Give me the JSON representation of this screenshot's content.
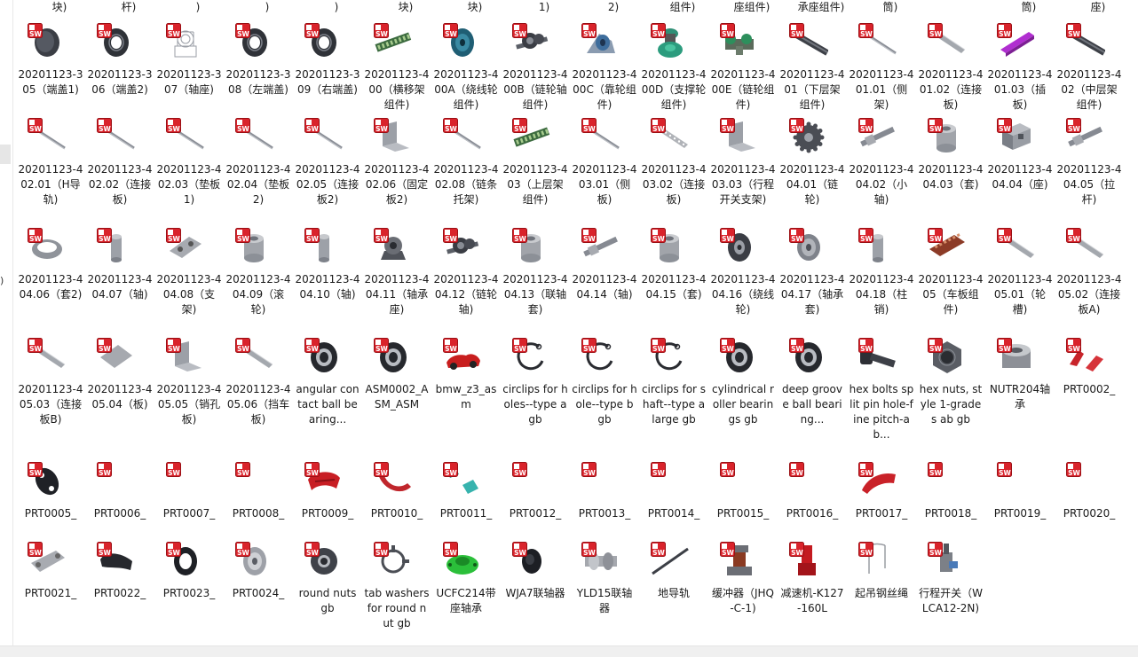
{
  "top_row_labels": [
    "块)",
    "杆)",
    ")",
    ")",
    ")",
    "块)",
    "块)",
    "1)",
    "2)",
    "组件)",
    "座组件)",
    "承座组件)",
    "筒)",
    "",
    "筒)",
    "座)"
  ],
  "left_fragment": ")",
  "files": [
    {
      "label": "20201123-305（端盖1)",
      "icon": "disc-dark-icon"
    },
    {
      "label": "20201123-306（端盖2)",
      "icon": "ring-dark-icon"
    },
    {
      "label": "20201123-307（轴座)",
      "icon": "wireframe-bracket-icon"
    },
    {
      "label": "20201123-308（左端盖)",
      "icon": "ring-dark-icon"
    },
    {
      "label": "20201123-309（右端盖)",
      "icon": "ring-dark-icon"
    },
    {
      "label": "20201123-400（横移架组件)",
      "icon": "green-rail-icon"
    },
    {
      "label": "20201123-400A（绕线轮组件)",
      "icon": "teal-wheel-icon"
    },
    {
      "label": "20201123-400B（链轮轴组件)",
      "icon": "sprocket-shaft-icon"
    },
    {
      "label": "20201123-400C（靠轮组件)",
      "icon": "blue-wheel-icon"
    },
    {
      "label": "20201123-400D（支撑轮组件)",
      "icon": "green-roller-icon"
    },
    {
      "label": "20201123-400E（链轮组件)",
      "icon": "green-chain-icon"
    },
    {
      "label": "20201123-401（下层架组件)",
      "icon": "dark-rail-icon"
    },
    {
      "label": "20201123-401.01（侧架)",
      "icon": "gray-rod-icon"
    },
    {
      "label": "20201123-401.02（连接板)",
      "icon": "gray-bar-icon"
    },
    {
      "label": "20201123-401.03（插板)",
      "icon": "purple-plate-icon"
    },
    {
      "label": "20201123-402（中层架组件)",
      "icon": "dark-rail-icon"
    },
    {
      "label": "20201123-402.01（H导轨)",
      "icon": "gray-rod-icon"
    },
    {
      "label": "20201123-402.02（连接板)",
      "icon": "gray-rod-icon"
    },
    {
      "label": "20201123-402.03（垫板1)",
      "icon": "gray-rod-icon"
    },
    {
      "label": "20201123-402.04（垫板2)",
      "icon": "gray-rod-icon"
    },
    {
      "label": "20201123-402.05（连接板2)",
      "icon": "gray-rod-icon"
    },
    {
      "label": "20201123-402.06（固定板2)",
      "icon": "gray-bracket-icon"
    },
    {
      "label": "20201123-402.08（链条托架)",
      "icon": "gray-rod-icon"
    },
    {
      "label": "20201123-403（上层架组件)",
      "icon": "green-rail-icon"
    },
    {
      "label": "20201123-403.01（侧板)",
      "icon": "gray-rod-icon"
    },
    {
      "label": "20201123-403.02（连接板)",
      "icon": "perforated-bar-icon"
    },
    {
      "label": "20201123-403.03（行程开关支架)",
      "icon": "gray-bracket-icon"
    },
    {
      "label": "20201123-404.01（链轮)",
      "icon": "sprocket-icon"
    },
    {
      "label": "20201123-404.02（小轴)",
      "icon": "gray-shaft-icon"
    },
    {
      "label": "20201123-404.03（套)",
      "icon": "gray-cylinder-icon"
    },
    {
      "label": "20201123-404.04（座)",
      "icon": "gray-block-icon"
    },
    {
      "label": "20201123-404.05（拉杆)",
      "icon": "gray-shaft-icon"
    },
    {
      "label": "20201123-404.06（套2)",
      "icon": "gray-ring-icon"
    },
    {
      "label": "20201123-404.07（轴)",
      "icon": "gray-pin-icon"
    },
    {
      "label": "20201123-404.08（支架)",
      "icon": "gray-plate-icon"
    },
    {
      "label": "20201123-404.09（滚轮)",
      "icon": "gray-cylinder-icon"
    },
    {
      "label": "20201123-404.10（轴)",
      "icon": "gray-pin-icon"
    },
    {
      "label": "20201123-404.11（轴承座)",
      "icon": "bearing-seat-icon"
    },
    {
      "label": "20201123-404.12（链轮轴)",
      "icon": "sprocket-shaft-icon"
    },
    {
      "label": "20201123-404.13（联轴套)",
      "icon": "gray-cylinder-icon"
    },
    {
      "label": "20201123-404.14（轴)",
      "icon": "gray-shaft-icon"
    },
    {
      "label": "20201123-404.15（套)",
      "icon": "gray-cylinder-icon"
    },
    {
      "label": "20201123-404.16（绕线轮)",
      "icon": "dark-pulley-icon"
    },
    {
      "label": "20201123-404.17（轴承套)",
      "icon": "gray-pulley-icon"
    },
    {
      "label": "20201123-404.18（柱销)",
      "icon": "gray-pin-icon"
    },
    {
      "label": "20201123-405（车板组件)",
      "icon": "brown-board-icon"
    },
    {
      "label": "20201123-405.01（轮槽)",
      "icon": "gray-bar-icon"
    },
    {
      "label": "20201123-405.02（连接板A)",
      "icon": "gray-bar-icon"
    },
    {
      "label": "20201123-405.03（连接板B)",
      "icon": "gray-bar-icon"
    },
    {
      "label": "20201123-405.04（板)",
      "icon": "gray-sheet-icon"
    },
    {
      "label": "20201123-405.05（销孔板)",
      "icon": "gray-bracket-icon"
    },
    {
      "label": "20201123-405.06（挡车板)",
      "icon": "gray-bar-icon"
    },
    {
      "label": "angular contact ball bearing...",
      "icon": "bearing-icon"
    },
    {
      "label": "ASM0002_ASM_ASM",
      "icon": "bearing-icon"
    },
    {
      "label": "bmw_z3_asm",
      "icon": "red-car-icon"
    },
    {
      "label": "circlips for holes--type a gb",
      "icon": "circlip-icon"
    },
    {
      "label": "circlips for hole--type b gb",
      "icon": "circlip-icon"
    },
    {
      "label": "circlips for shaft--type a large gb",
      "icon": "circlip-icon"
    },
    {
      "label": "cylindrical roller bearings gb",
      "icon": "bearing-icon"
    },
    {
      "label": "deep groove ball bearing...",
      "icon": "bearing-icon"
    },
    {
      "label": "hex bolts split pin hole-fine pitch-ab...",
      "icon": "hex-bolt-icon"
    },
    {
      "label": "hex nuts, style 1-grades ab gb",
      "icon": "hex-nut-icon"
    },
    {
      "label": "NUTR204轴承",
      "icon": "gray-bearing-icon"
    },
    {
      "label": "PRT0002_",
      "icon": "red-parts-icon"
    },
    {
      "label": "PRT0005_",
      "icon": "black-link-icon"
    },
    {
      "label": "PRT0006_",
      "icon": "blank-icon"
    },
    {
      "label": "PRT0007_",
      "icon": "blank-icon"
    },
    {
      "label": "PRT0008_",
      "icon": "blank-icon"
    },
    {
      "label": "PRT0009_",
      "icon": "red-shell-icon"
    },
    {
      "label": "PRT0010_",
      "icon": "red-arc-icon"
    },
    {
      "label": "PRT0011_",
      "icon": "teal-parts-icon"
    },
    {
      "label": "PRT0012_",
      "icon": "blank-icon"
    },
    {
      "label": "PRT0013_",
      "icon": "blank-icon"
    },
    {
      "label": "PRT0014_",
      "icon": "blank-icon"
    },
    {
      "label": "PRT0015_",
      "icon": "blank-icon"
    },
    {
      "label": "PRT0016_",
      "icon": "blank-icon"
    },
    {
      "label": "PRT0017_",
      "icon": "red-fender-icon"
    },
    {
      "label": "PRT0018_",
      "icon": "blank-icon"
    },
    {
      "label": "PRT0019_",
      "icon": "blank-icon"
    },
    {
      "label": "PRT0020_",
      "icon": "blank-icon"
    },
    {
      "label": "PRT0021_",
      "icon": "gray-frame-icon"
    },
    {
      "label": "PRT0022_",
      "icon": "black-seat-icon"
    },
    {
      "label": "PRT0023_",
      "icon": "black-tire-icon"
    },
    {
      "label": "PRT0024_",
      "icon": "gray-rim-icon"
    },
    {
      "label": "round nuts gb",
      "icon": "round-nut-icon"
    },
    {
      "label": "tab washers for round nut gb",
      "icon": "tab-washer-icon"
    },
    {
      "label": "UCFC214带座轴承",
      "icon": "green-flange-icon"
    },
    {
      "label": "WJA7联轴器",
      "icon": "black-coupling-icon"
    },
    {
      "label": "YLD15联轴器",
      "icon": "gray-coupling-icon"
    },
    {
      "label": "地导轨",
      "icon": "dark-rod-icon"
    },
    {
      "label": "缓冲器（JHQ-C-1)",
      "icon": "buffer-icon"
    },
    {
      "label": "减速机-K127-160L",
      "icon": "red-reducer-icon"
    },
    {
      "label": "起吊钢丝绳",
      "icon": "wire-rope-icon"
    },
    {
      "label": "行程开关（WLCA12-2N)",
      "icon": "limit-switch-icon"
    }
  ]
}
